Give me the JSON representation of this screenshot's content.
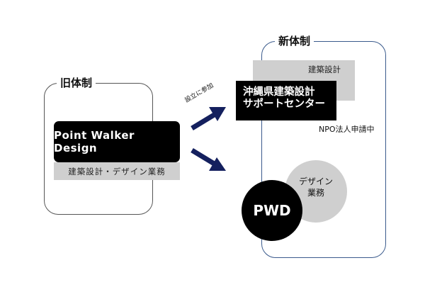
{
  "old_system": {
    "title": "旧体制",
    "company": "Point Walker Design",
    "business": "建築設計・デザイン業務"
  },
  "new_system": {
    "title": "新体制",
    "background_box": "建築設計",
    "center_line1": "沖縄県建築設計",
    "center_line2": "サポートセンター",
    "npo_status": "NPO法人申請中",
    "design_line1": "デザイン",
    "design_line2": "業務",
    "pwd": "PWD"
  },
  "arrow_label": "設立に参加",
  "colors": {
    "arrow": "#14205e",
    "new_frame": "#3a5a8c",
    "gray": "#cfcfcf"
  }
}
